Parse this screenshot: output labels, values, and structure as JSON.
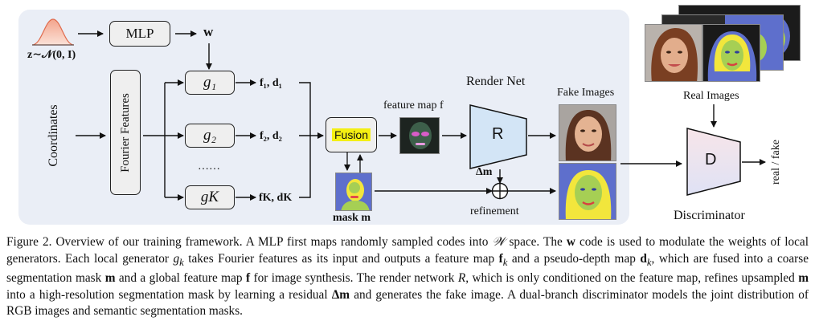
{
  "diagram": {
    "noise_label": "z∼𝒩(0, I)",
    "mlp_label": "MLP",
    "w_label": "w",
    "coordinates_label": "Coordinates",
    "fourier_label": "Fourier Features",
    "g1_label": "g₁",
    "g2_label": "g₂",
    "gk_label": "gK",
    "ellipsis": "……",
    "out1_label": "f₁, d₁",
    "out2_label": "f₂, d₂",
    "outk_label": "fK, dK",
    "fusion_label": "Fusion",
    "feature_map_label": "feature map f",
    "render_net_label": "Render Net",
    "r_label": "R",
    "delta_m_label": "Δm",
    "mask_label": "mask m",
    "refinement_label": "refinement",
    "fake_images_label": "Fake Images",
    "real_images_label": "Real Images",
    "d_label": "D",
    "discriminator_label": "Discriminator",
    "real_fake_label": "real / fake"
  },
  "colors": {
    "panel_bg": "#eaeef6",
    "fusion_highlight": "#f4ef12",
    "render_fill": "#d3e5f6",
    "disc_fill_top": "#f7e5e9",
    "disc_fill_bottom": "#dfe2f5",
    "mask_blue": "#5e6fcc",
    "mask_green": "#a6cf54",
    "mask_yellow": "#f2e63c"
  },
  "caption": {
    "fig_num": "Figure 2.",
    "seg1": " Overview of our training framework. A MLP first maps randomly sampled codes into ",
    "W": "𝒲",
    "seg2": " space. The ",
    "w": "w",
    "seg3": " code is used to modulate the weights of local generators. Each local generator ",
    "gk": "g",
    "gk_sub": "k",
    "seg4": " takes Fourier features as its input and outputs a feature map ",
    "fk": "f",
    "fk_sub": "k",
    "seg5": " and a pseudo-depth map ",
    "dk": "d",
    "dk_sub": "k",
    "seg6": ", which are fused into a coarse segmentation mask ",
    "m1": "m",
    "seg7": " and a global feature map ",
    "f": "f",
    "seg8": " for image synthesis. The render network ",
    "R": "R",
    "seg9": ", which is only conditioned on the feature map, refines upsampled ",
    "m2": "m",
    "seg10": " into a high-resolution segmentation mask by learning a residual ",
    "dm": "Δm",
    "seg11": " and generates the fake image. A dual-branch discriminator models the joint distribution of RGB images and semantic segmentation masks."
  }
}
